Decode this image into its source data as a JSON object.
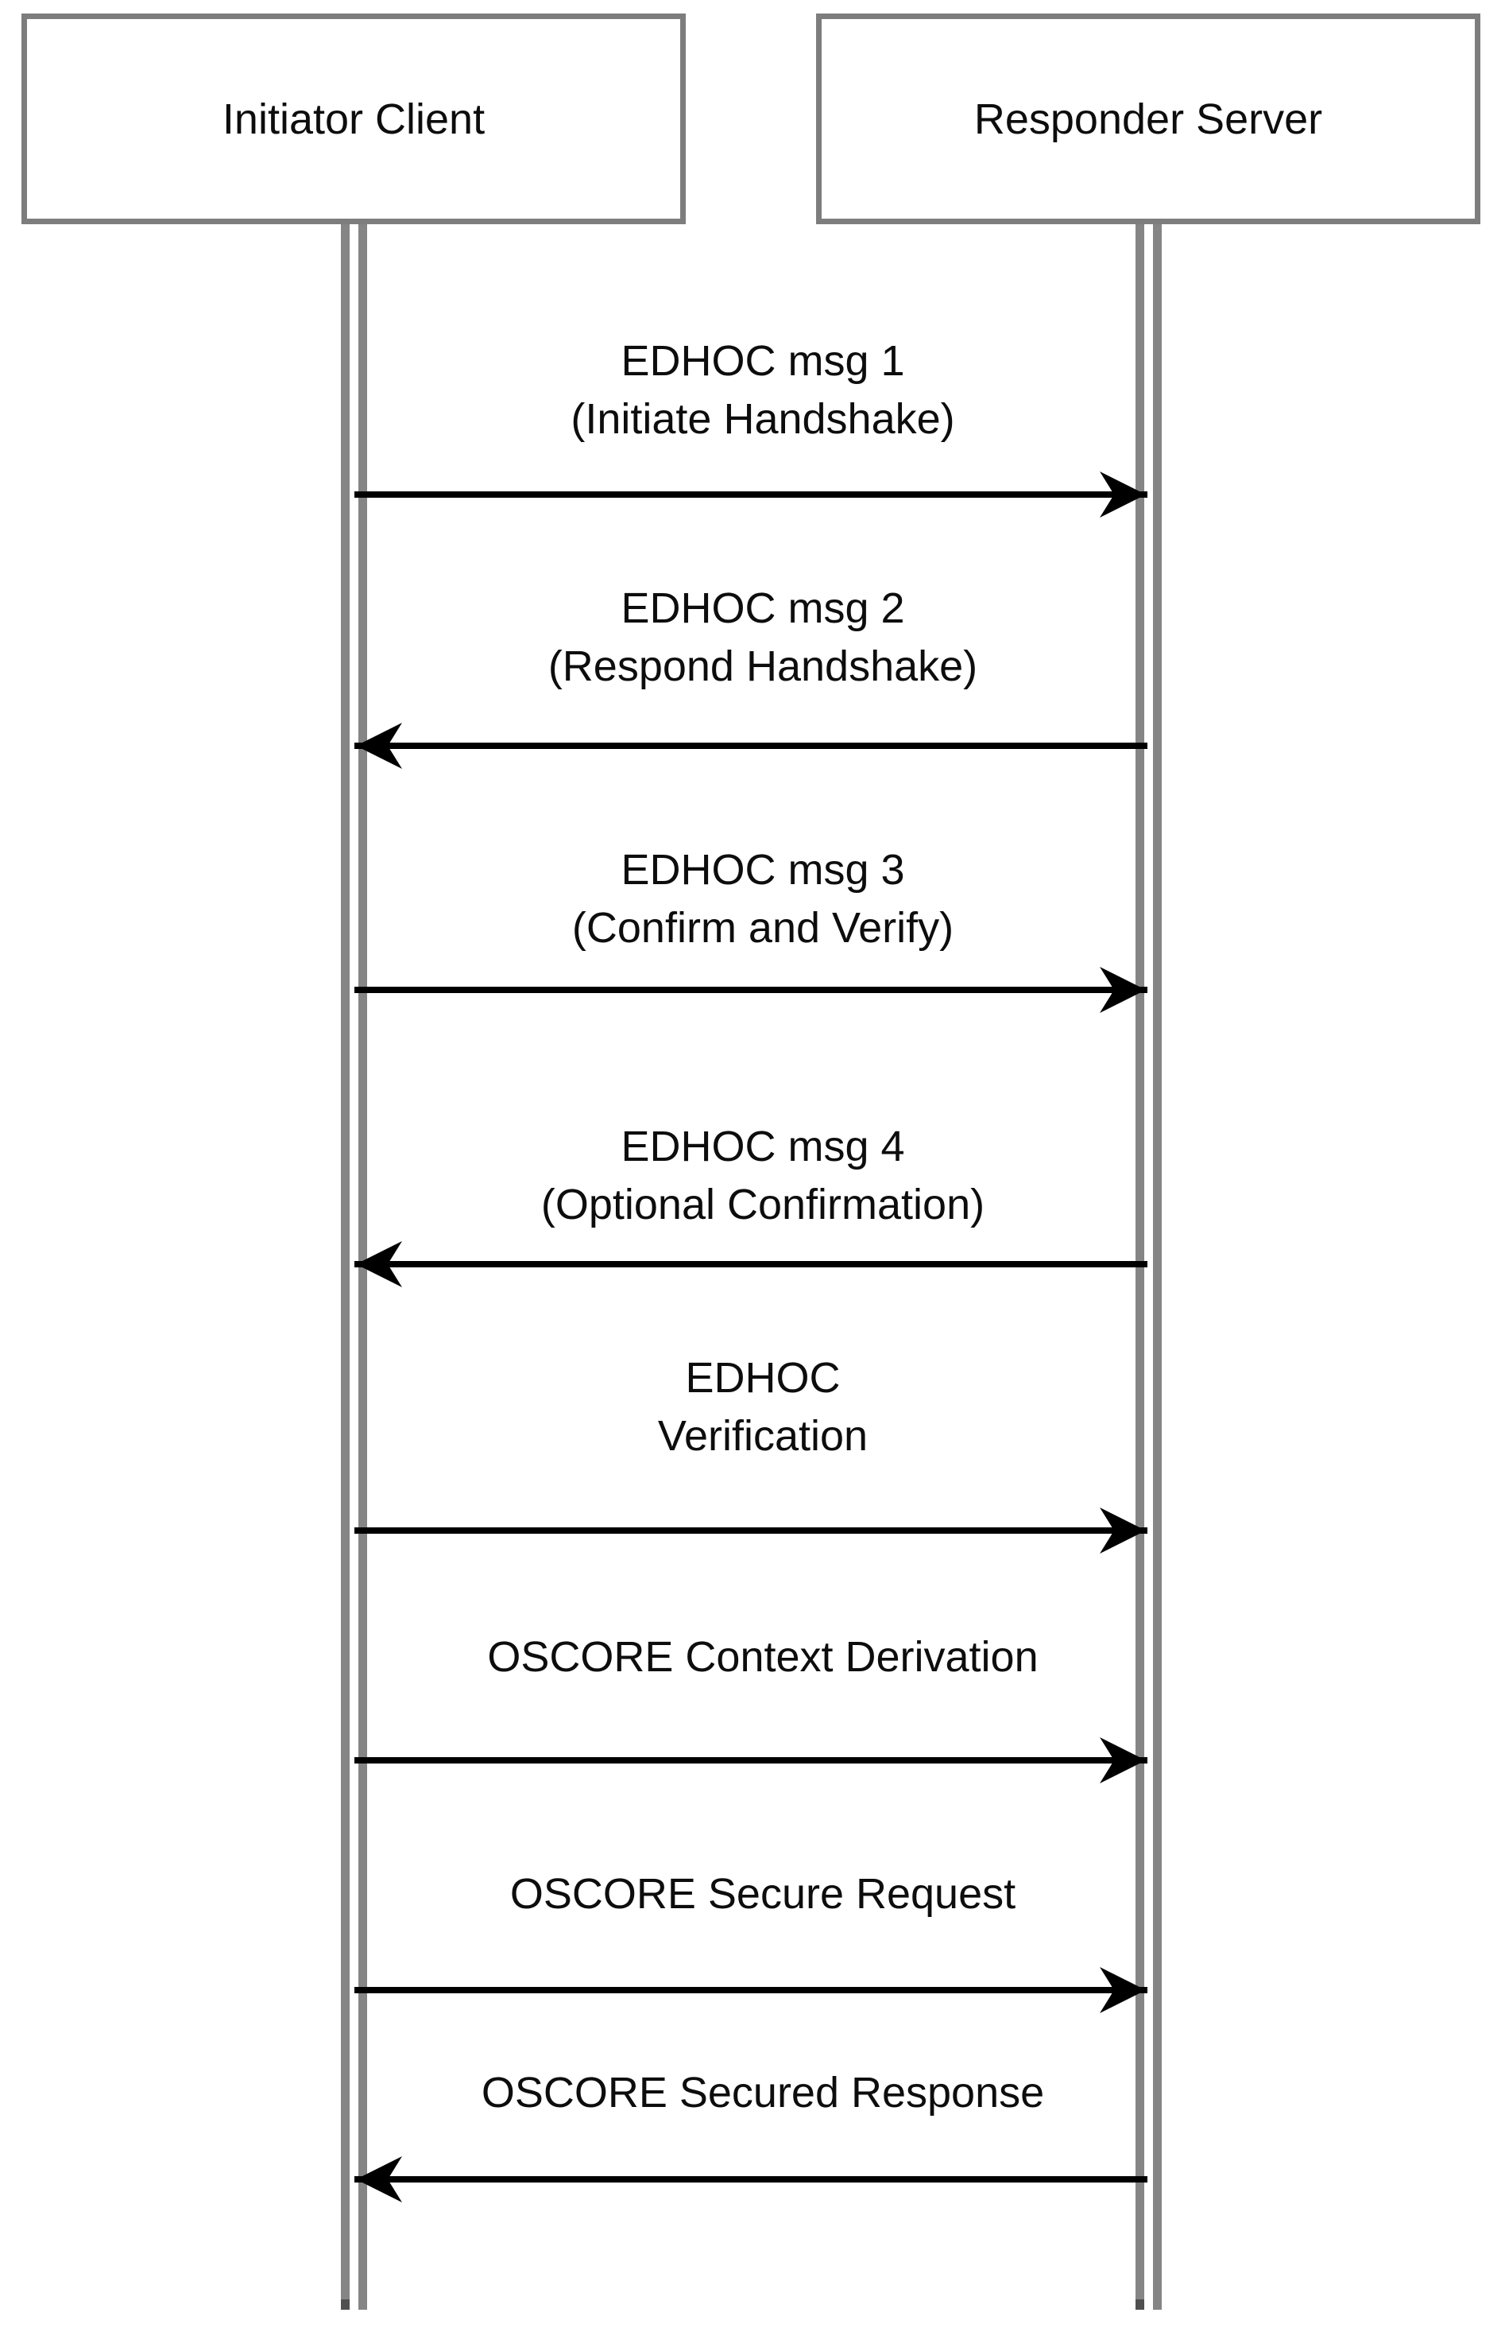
{
  "diagram_type": "sequence",
  "actors": [
    {
      "label": "Initiator Client"
    },
    {
      "label": "Responder Server"
    }
  ],
  "messages": [
    {
      "line1": "EDHOC msg 1",
      "line2": "(Initiate Handshake)",
      "direction": "right"
    },
    {
      "line1": "EDHOC msg 2",
      "line2": "(Respond Handshake)",
      "direction": "left"
    },
    {
      "line1": "EDHOC msg 3",
      "line2": "(Confirm and Verify)",
      "direction": "right"
    },
    {
      "line1": "EDHOC msg 4",
      "line2": "(Optional Confirmation)",
      "direction": "left"
    },
    {
      "line1": "EDHOC",
      "line2": "Verification",
      "direction": "right"
    },
    {
      "line1": "OSCORE Context Derivation",
      "direction": "right"
    },
    {
      "line1": "OSCORE Secure Request",
      "direction": "right"
    },
    {
      "line1": "OSCORE Secured Response",
      "direction": "left"
    }
  ],
  "colors": {
    "background": "#ffffff",
    "box_border": "#7d7d7d",
    "lifeline": "#858585",
    "arrow": "#000000",
    "text": "#0d0d0d"
  }
}
